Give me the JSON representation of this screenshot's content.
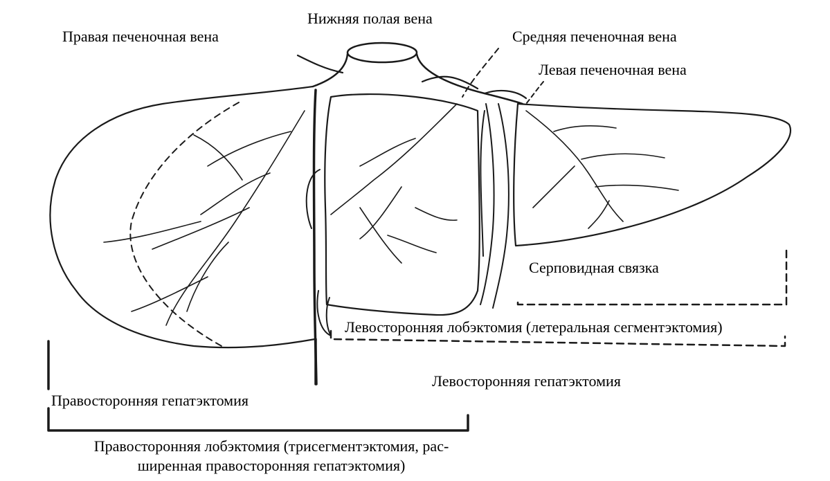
{
  "labels": {
    "ivc": "Нижняя полая вена",
    "right_hepatic_vein": "Правая печеночная вена",
    "middle_hepatic_vein": "Средняя печеночная вена",
    "left_hepatic_vein": "Левая печеночная вена",
    "falciform_ligament": "Серповидная связка",
    "left_lobectomy": "Левосторонняя лобэктомия (летеральная сегментэктомия)",
    "left_hepatectomy": "Левосторонняя гепатэктомия",
    "right_hepatectomy": "Правосторонняя гепатэктомия",
    "right_lobectomy_line1": "Правосторонняя лобэктомия (трисегментэктомия, рас-",
    "right_lobectomy_line2": "ширенная правосторонняя гепатэктомия)"
  },
  "colors": {
    "ink": "#1a1a1a",
    "background": "#ffffff",
    "liver_fill": "#fbfbfb"
  }
}
